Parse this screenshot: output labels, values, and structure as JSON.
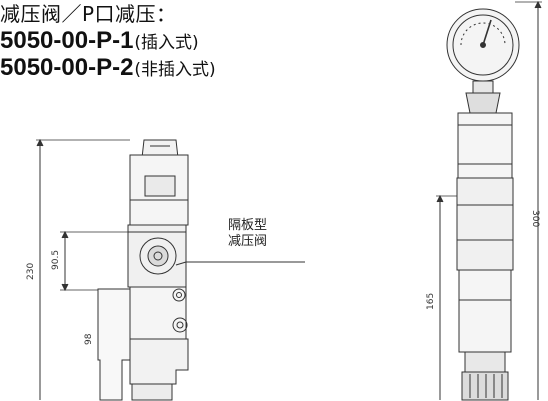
{
  "title": {
    "heading": "减压阀／P口减压：",
    "models": [
      {
        "code": "5050-00-P-1",
        "note": "(插入式)"
      },
      {
        "code": "5050-00-P-2",
        "note": "(非插入式)"
      }
    ]
  },
  "callout": {
    "line1": "隔板型",
    "line2": "减压阀"
  },
  "dimensions": {
    "left_total": "230",
    "left_upper": "90.5",
    "left_lower": "98",
    "right_total": "300",
    "right_lower": "165"
  }
}
